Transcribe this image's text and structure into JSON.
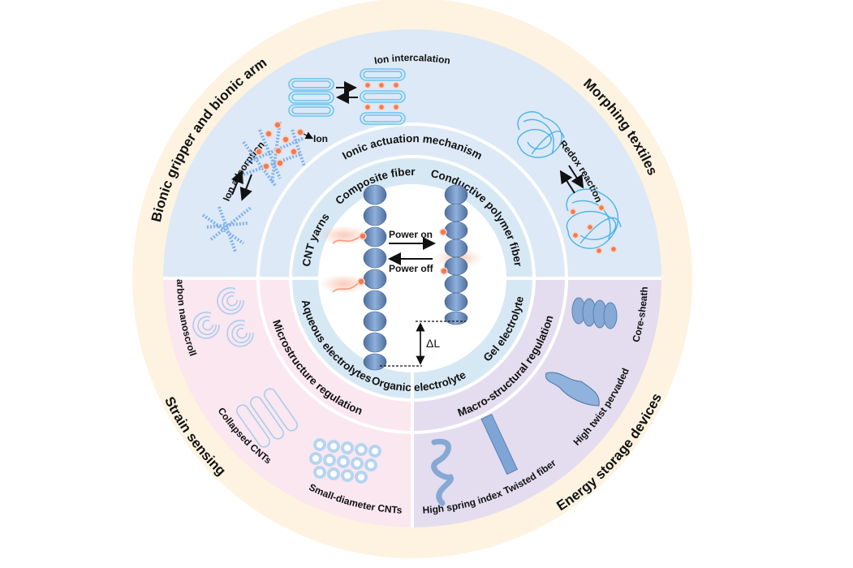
{
  "figure": {
    "center_title": "Ionic actuation mechanism",
    "colors": {
      "outer_ring": "#fdf3e0",
      "top_sector": "#dde9f6",
      "bottom_left_sector": "#fbe7ef",
      "bottom_right_sector": "#e3ddef",
      "electrolyte_band": "#d7e8f5",
      "fiber_blue": "#6f94c6",
      "ion_orange": "#f07a52",
      "line_blue": "#7fc1e6",
      "divider": "#ffffff"
    },
    "applications": [
      {
        "id": "bionic",
        "label": "Bionic gripper and bionic arm"
      },
      {
        "id": "morphing",
        "label": "Morphing textiles"
      },
      {
        "id": "strain",
        "label": "Strain sensing"
      },
      {
        "id": "energy",
        "label": "Energy storage devices"
      }
    ],
    "mechanisms": {
      "ion_intercalation": "Ion intercalation",
      "ion_adsorption": "Ion adsorption",
      "ion_label": "Ion",
      "redox_reaction": "Redox reaction"
    },
    "materials": {
      "cnt_yarns": "CNT yarns",
      "composite_fiber": "Composite fiber",
      "conductive_polymer_fiber": "Conductive polymer fiber"
    },
    "electrolytes": {
      "aqueous": "Aqueous electrolytes",
      "organic": "Organic electrolyte",
      "gel": "Gel electrolyte"
    },
    "actuation": {
      "power_on": "Power on",
      "power_off": "Power off",
      "delta_l": "ΔL"
    },
    "microstructure": {
      "title": "Microstructure regulation",
      "items": [
        "Carbon nanoscroll",
        "Collapsed CNTs",
        "Small-diameter CNTs"
      ]
    },
    "macrostructure": {
      "title": "Macro-structural regulation",
      "items": [
        "Core-sheath",
        "High twist pervaded",
        "Twisted fiber",
        "High spring index"
      ]
    }
  }
}
